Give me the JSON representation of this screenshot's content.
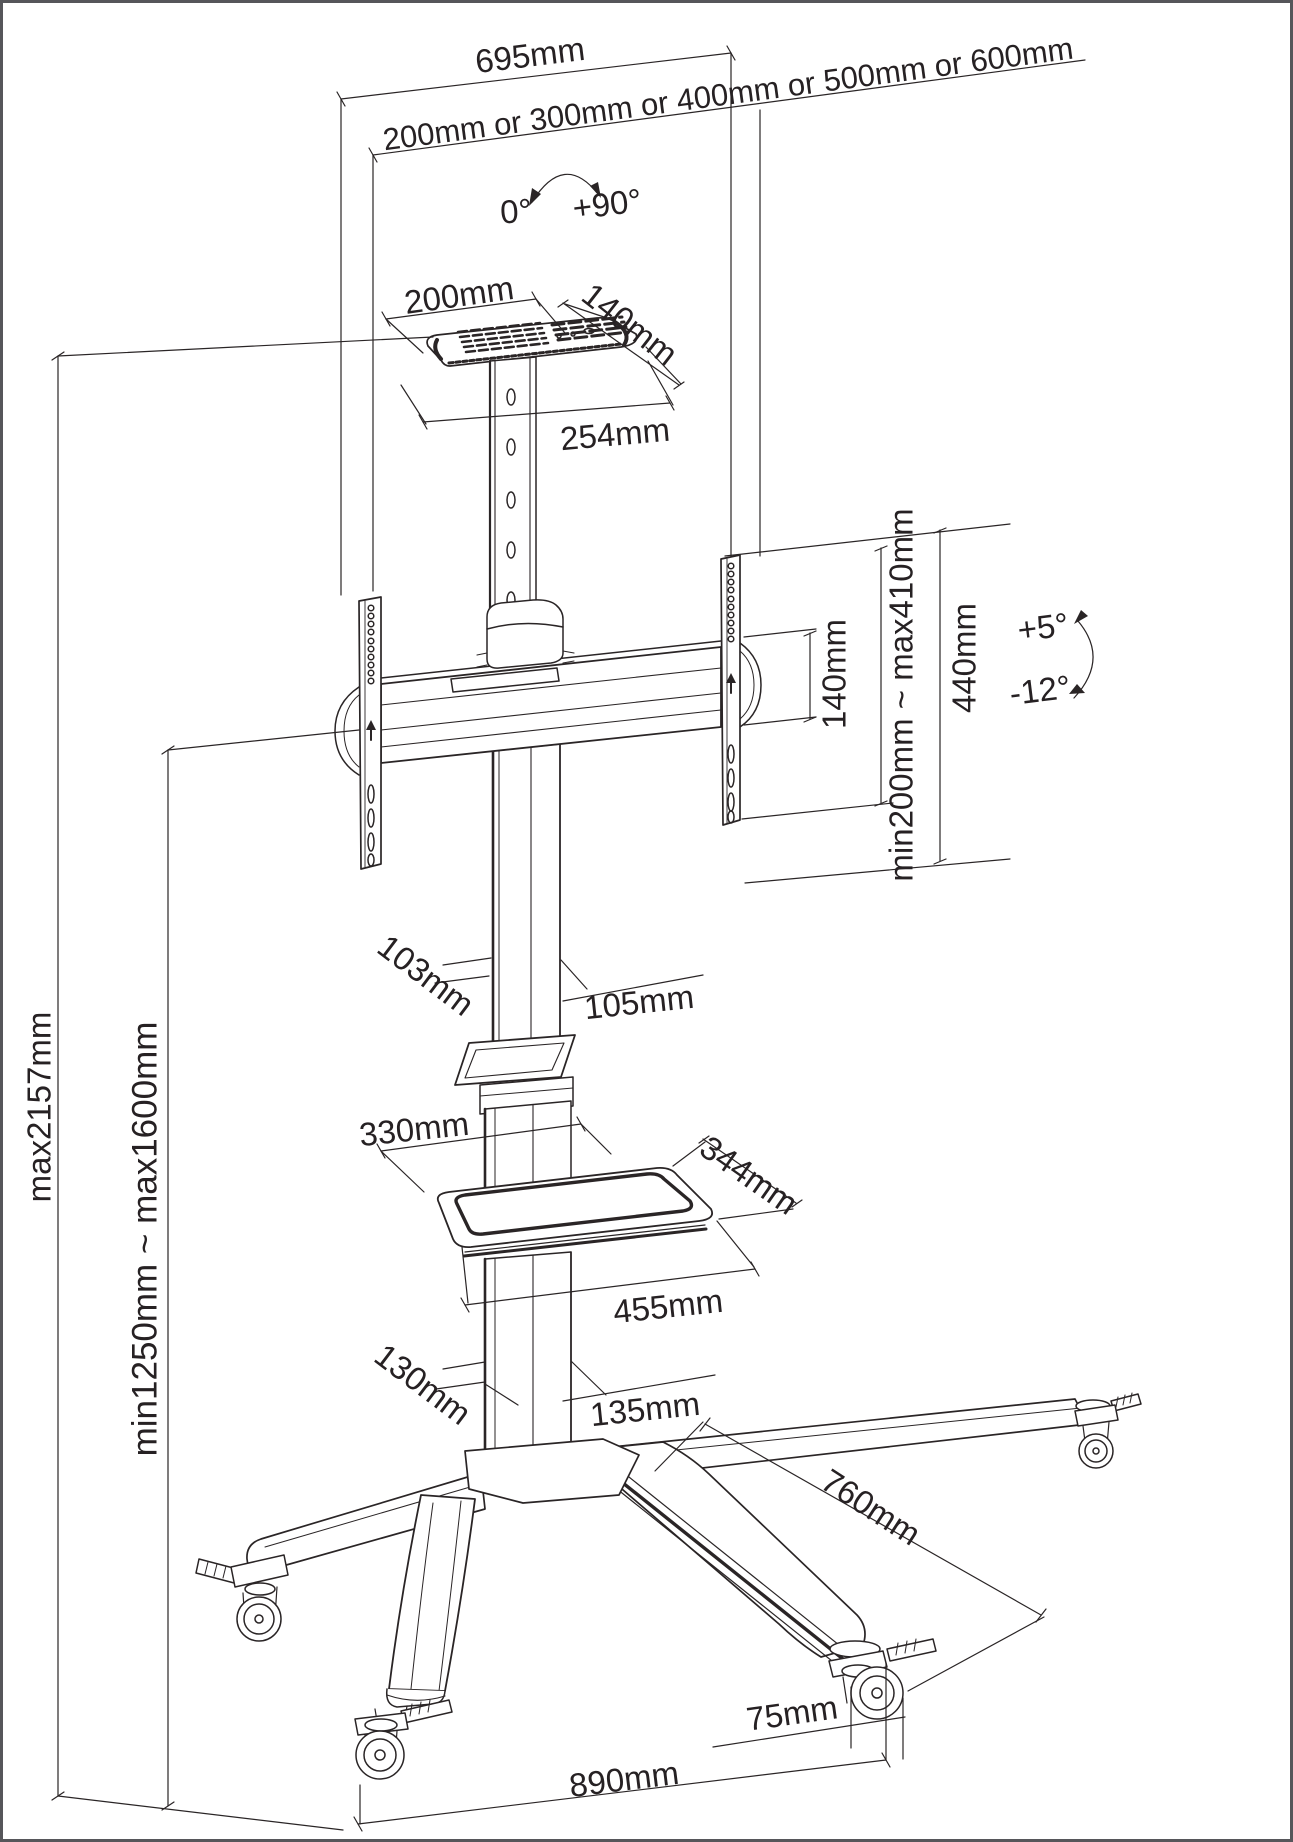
{
  "figure": {
    "type": "technical line drawing",
    "subject": "mobile TV trolley floor stand with tilting VESA mount, top shelf, middle tray and locking casters",
    "units": "mm"
  },
  "labels": {
    "top_width": "695mm",
    "vesa_widths": "200mm or 300mm or 400mm or 500mm or 600mm",
    "rotation_min": "0°",
    "rotation_max": "+90°",
    "shelf_width": "200mm",
    "shelf_depth": "140mm",
    "shelf_total_depth": "254mm",
    "bracket_slot_height": "140mm",
    "vesa_height_range": "min200mm ~ max410mm",
    "bracket_height": "440mm",
    "tilt_up": "+5°",
    "tilt_down": "-12°",
    "pole_depth": "103mm",
    "pole_width": "105mm",
    "tray_left_depth": "330mm",
    "tray_right_depth": "344mm",
    "tray_width": "455mm",
    "column_depth": "130mm",
    "column_width": "135mm",
    "max_height": "max2157mm",
    "screen_height_range": "min1250mm ~ max1600mm",
    "leg_length": "760mm",
    "caster_diameter": "75mm",
    "base_width": "890mm"
  },
  "colors": {
    "line": "#2a2526",
    "background": "#ffffff",
    "frame": "#56565a"
  }
}
